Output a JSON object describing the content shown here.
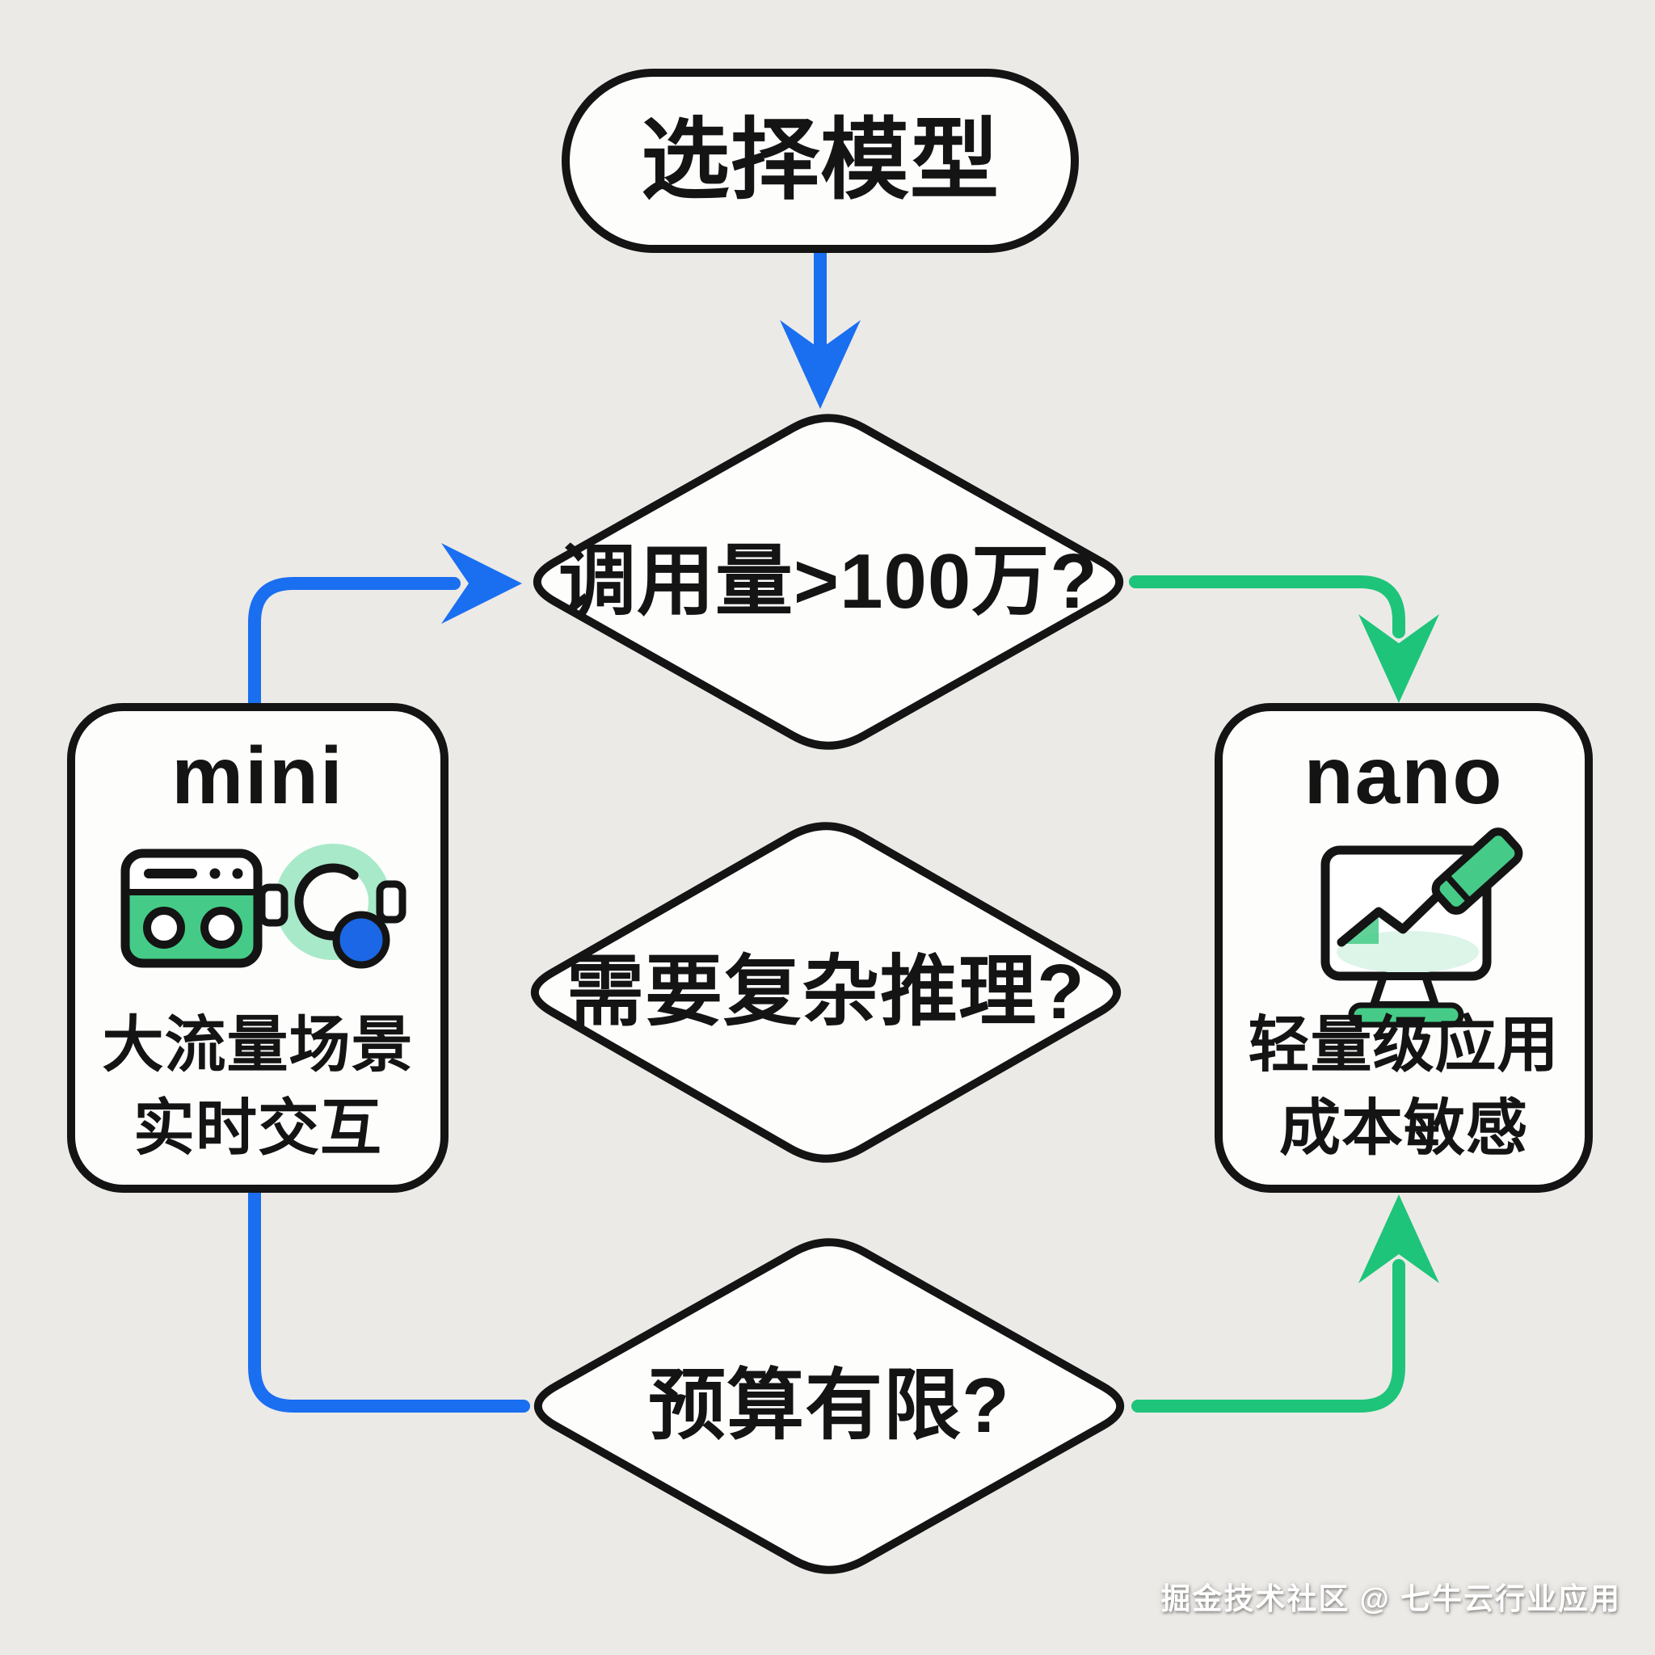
{
  "colors": {
    "bg": "#ECEAE6",
    "paper": "#FDFDFC",
    "ink": "#141414",
    "blue": "#1A6EF0",
    "green": "#1EC47A",
    "mint": "#A8E9C9",
    "mintlight": "#DCF5E8",
    "icon-green": "#45CB87",
    "icon-blue": "#1B67E5"
  },
  "nodes": {
    "start": {
      "label": "选择模型",
      "shape": "stadium"
    },
    "decision1": {
      "label": "调用量>100万?",
      "shape": "diamond"
    },
    "decision2": {
      "label": "需要复杂推理?",
      "shape": "diamond"
    },
    "decision3": {
      "label": "预算有限?",
      "shape": "diamond"
    },
    "mini": {
      "title": "mini",
      "line1": "大流量场景",
      "line2": "实时交互",
      "icons": [
        "server-icon",
        "headset-icon"
      ]
    },
    "nano": {
      "title": "nano",
      "line1": "轻量级应用",
      "line2": "成本敏感",
      "icons": [
        "chart-pen-icon"
      ]
    }
  },
  "edges": [
    {
      "from": "start",
      "to": "decision1",
      "color": "#1A6EF0",
      "arrowhead": true
    },
    {
      "from": "mini",
      "to": "decision1",
      "color": "#1A6EF0",
      "arrowhead": true
    },
    {
      "from": "decision1",
      "to": "nano",
      "color": "#1EC47A",
      "arrowhead": true
    },
    {
      "from": "mini",
      "to": "decision3",
      "color": "#1A6EF0",
      "arrowhead": false
    },
    {
      "from": "decision3",
      "to": "nano",
      "color": "#1EC47A",
      "arrowhead": true
    }
  ],
  "watermark": {
    "text": "掘金技术社区 @ 七牛云行业应用"
  }
}
